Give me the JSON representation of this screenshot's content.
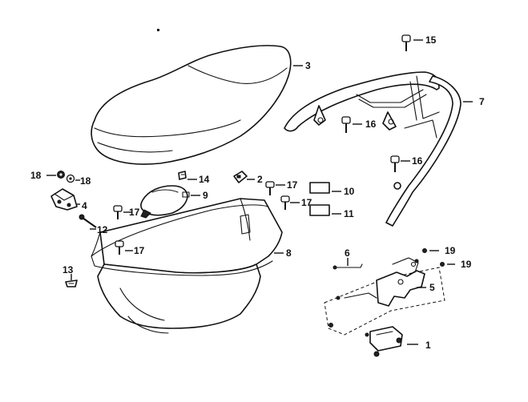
{
  "callouts": {
    "c1": "1",
    "c2": "2",
    "c3": "3",
    "c4": "4",
    "c5": "5",
    "c6": "6",
    "c7": "7",
    "c8": "8",
    "c9": "9",
    "c10": "10",
    "c11": "11",
    "c12": "12",
    "c13": "13",
    "c14": "14",
    "c15": "15",
    "c16a": "16",
    "c16b": "16",
    "c17a": "17",
    "c17b": "17",
    "c17c": "17",
    "c17d": "17",
    "c18a": "18",
    "c18b": "18",
    "c19a": "19",
    "c19b": "19"
  }
}
